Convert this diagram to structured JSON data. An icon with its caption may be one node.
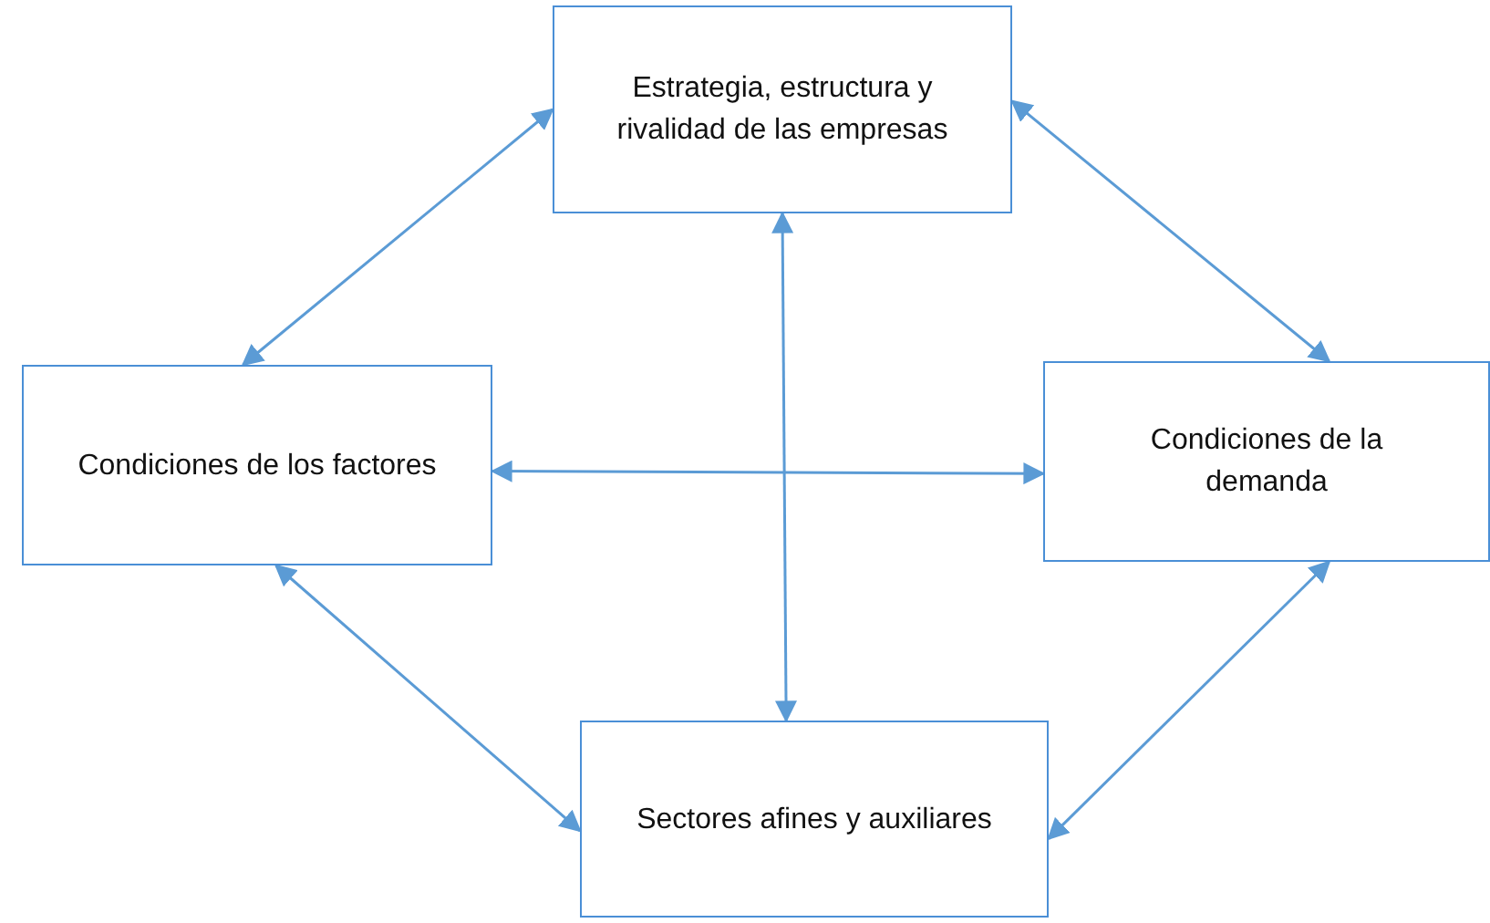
{
  "diagram": {
    "nodes": [
      {
        "text": [
          "Estrategia, estructura y rivalidad de las empresas"
        ]
      },
      {
        "text": [
          "Condiciones de los factores"
        ]
      },
      {
        "text": [
          "Condiciones de la demanda"
        ]
      },
      {
        "text": [
          "Sectores afines y auxiliares"
        ]
      }
    ],
    "edges": [
      {
        "from": 0,
        "to": 1,
        "arrow": "both"
      },
      {
        "from": 0,
        "to": 2,
        "arrow": "both"
      },
      {
        "from": 1,
        "to": 3,
        "arrow": "both"
      },
      {
        "from": 2,
        "to": 3,
        "arrow": "both"
      },
      {
        "from": 1,
        "to": 2,
        "arrow": "both"
      },
      {
        "from": 0,
        "to": 3,
        "arrow": "both"
      }
    ]
  }
}
